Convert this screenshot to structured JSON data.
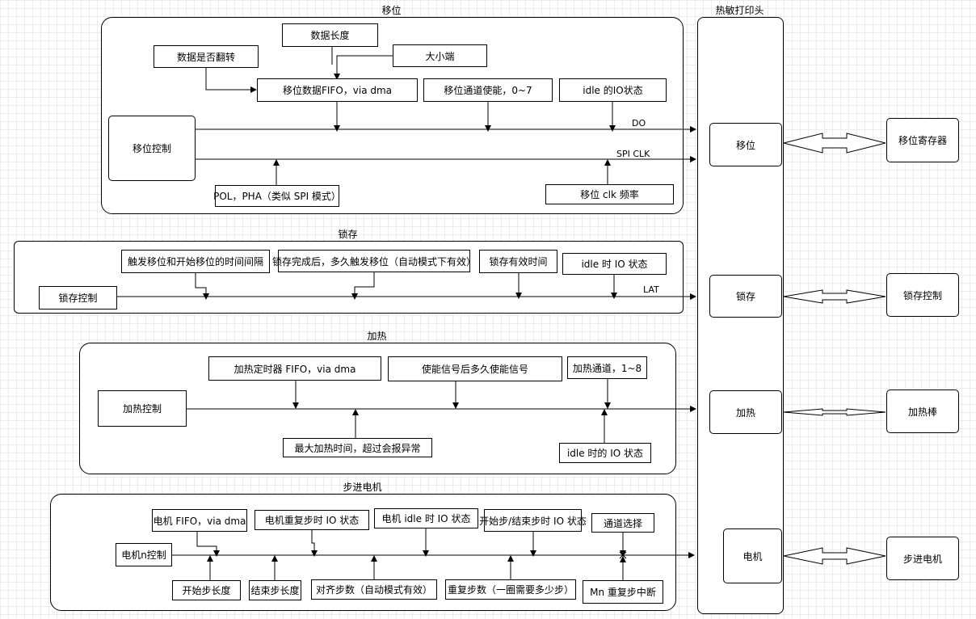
{
  "shift": {
    "title": "移位",
    "control": "移位控制",
    "data_length": "数据长度",
    "data_flip": "数据是否翻转",
    "endian": "大小端",
    "fifo": "移位数据FIFO，via dma",
    "channel_enable": "移位通道使能，0~7",
    "idle_io": "idle 的IO状态",
    "pol_pha": "POL，PHA（类似 SPI 模式）",
    "clk_freq": "移位 clk 频率",
    "do_label": "DO",
    "spi_clk_label": "SPI CLK"
  },
  "latch": {
    "title": "锁存",
    "control": "锁存控制",
    "trigger_interval": "触发移位和开始移位的时间间隔",
    "after_latch": "锁存完成后，多久触发移位（自动模式下有效）",
    "valid_time": "锁存有效时间",
    "idle_io": "idle 时 IO 状态",
    "lat_label": "LAT"
  },
  "heat": {
    "title": "加热",
    "control": "加热控制",
    "timer_fifo": "加热定时器 FIFO，via dma",
    "enable_delay": "使能信号后多久使能信号",
    "channel": "加热通道，1~8",
    "max_time": "最大加热时间，超过会报异常",
    "idle_io": "idle 时的 IO 状态"
  },
  "motor": {
    "title": "步进电机",
    "control": "电机n控制",
    "fifo": "电机 FIFO，via dma",
    "repeat_io": "电机重复步时 IO 状态",
    "idle_io": "电机 idle 时 IO 状态",
    "start_end_io": "开始步/结束步时 IO 状态",
    "channel_select": "通道选择",
    "start_len": "开始步长度",
    "end_len": "结束步长度",
    "align_steps": "对齐步数（自动模式有效）",
    "repeat_steps": "重复步数（一圈需要多少步）",
    "repeat_interrupt": "Mn 重复步中断"
  },
  "printhead": {
    "title": "热敏打印头",
    "shift": "移位",
    "latch": "锁存",
    "heat": "加热",
    "motor": "电机"
  },
  "external": {
    "shift_register": "移位寄存器",
    "latch_control": "锁存控制",
    "heater": "加热棒",
    "stepper": "步进电机"
  }
}
